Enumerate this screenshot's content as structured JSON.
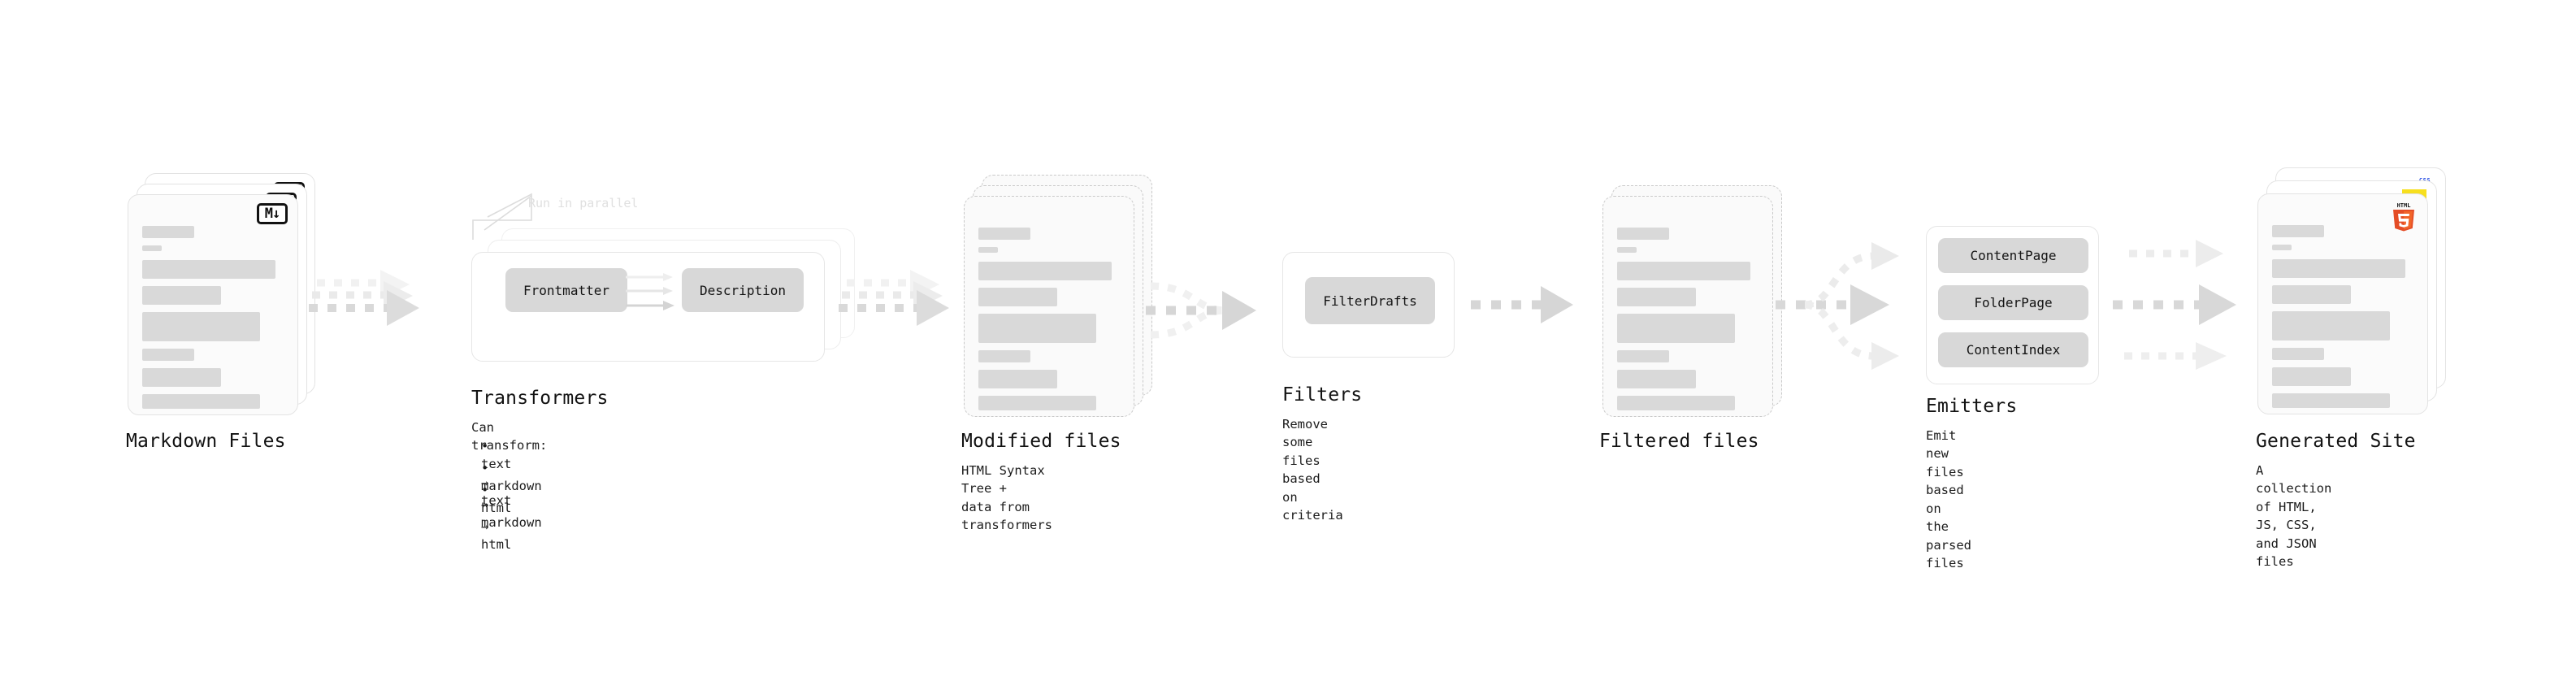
{
  "diagram": {
    "title_font": "monospace",
    "accent_colors": {
      "skeleton": "#d9d9d9",
      "card_border": "#e3e3e3",
      "dashed_border": "#c9c9c9",
      "arrow": "#d5d5d5",
      "pill": "#d8d8d8",
      "html5": "#e44d26",
      "js": "#f7df1e",
      "css": "#264de4"
    }
  },
  "stages": [
    {
      "id": "markdown-files",
      "title": "Markdown Files",
      "subtitle": "",
      "badge": "markdown-badge",
      "badge_text": "M↓"
    },
    {
      "id": "transformers",
      "title": "Transformers",
      "subtitle": "Can transform:",
      "parallel_note": "Run in parallel",
      "pills": [
        "Frontmatter",
        "Description"
      ],
      "bullets": [
        "• text → text",
        "• markdown → markdown",
        "• html → html"
      ]
    },
    {
      "id": "modified-files",
      "title": "Modified files",
      "subtitle": "HTML Syntax Tree +\ndata from transformers"
    },
    {
      "id": "filters",
      "title": "Filters",
      "subtitle": "Remove some files based\non criteria",
      "pills": [
        "FilterDrafts"
      ]
    },
    {
      "id": "filtered-files",
      "title": "Filtered files",
      "subtitle": ""
    },
    {
      "id": "emitters",
      "title": "Emitters",
      "subtitle": "Emit new files based on\nthe parsed files",
      "pills": [
        "ContentPage",
        "FolderPage",
        "ContentIndex"
      ]
    },
    {
      "id": "generated-site",
      "title": "Generated Site",
      "subtitle": "A collection of HTML,\nJS, CSS, and JSON files",
      "badges": [
        "html5-badge",
        "js-badge",
        "css-badge"
      ],
      "css_badge_text": "CSS"
    }
  ]
}
